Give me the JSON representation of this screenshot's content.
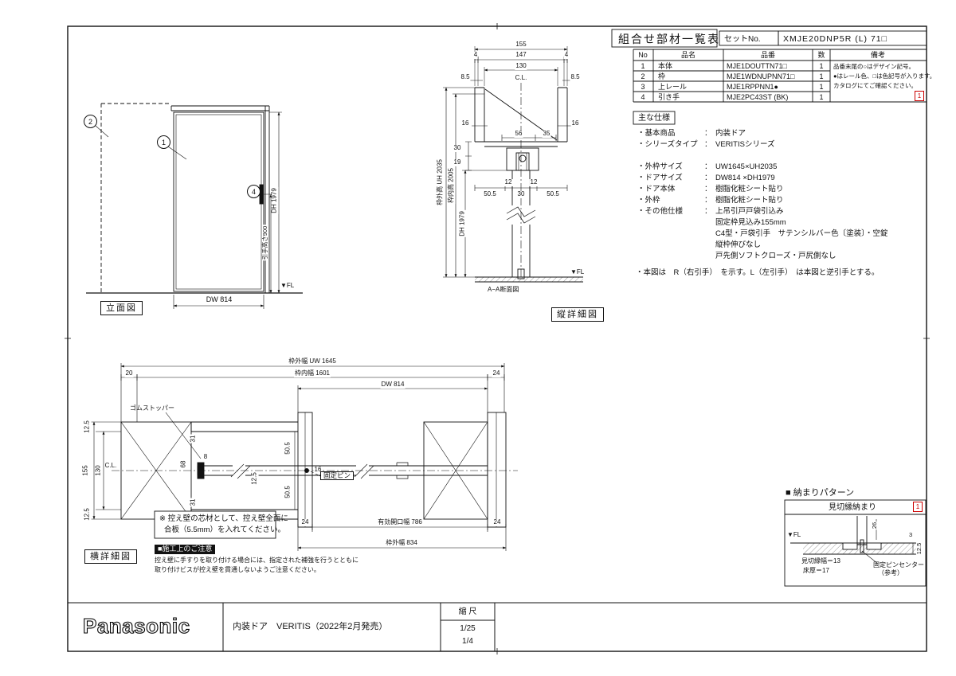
{
  "parts_header": {
    "title": "組合せ部材一覧表",
    "set_no_label": "セットNo.",
    "set_no_value": "XMJE20DNP5R (L) 71□"
  },
  "parts_table": {
    "col_no": "No",
    "col_name": "品名",
    "col_code": "品番",
    "col_qty": "数",
    "col_remark": "備考",
    "rows": [
      {
        "no": "1",
        "name": "本体",
        "code": "MJE1DOUTTN71□",
        "qty": "1"
      },
      {
        "no": "2",
        "name": "枠",
        "code": "MJE1WDNUPNN71□",
        "qty": "1"
      },
      {
        "no": "3",
        "name": "上レール",
        "code": "MJE1RPPNN1●",
        "qty": "1"
      },
      {
        "no": "4",
        "name": "引き手",
        "code": "MJE2PC43ST (BK)",
        "qty": "1"
      }
    ],
    "remark1": "品番末尾の○はデザイン記号。",
    "remark2": "●はレール色、□は色記号が入ります。",
    "remark3": "カタログにてご確認ください。",
    "revision": "1"
  },
  "specs": {
    "title": "主な仕様",
    "items": [
      {
        "label": "・基本商品",
        "sep": "：",
        "value": "内装ドア"
      },
      {
        "label": "・シリーズタイプ",
        "sep": "：",
        "value": "VERITISシリーズ"
      },
      {
        "label": "・外枠サイズ",
        "sep": "：",
        "value": "UW1645×UH2035"
      },
      {
        "label": "・ドアサイズ",
        "sep": "：",
        "value": "DW814 ×DH1979"
      },
      {
        "label": "・ドア本体",
        "sep": "：",
        "value": "樹脂化粧シート貼り"
      },
      {
        "label": "・外枠",
        "sep": "：",
        "value": "樹脂化粧シート貼り"
      },
      {
        "label": "・その他仕様",
        "sep": "：",
        "value": "上吊引戸戸袋引込み"
      }
    ],
    "extra": [
      "固定枠見込み155mm",
      "C4型・戸袋引手　サテンシルバー色〔塗装〕・空錠",
      "縦枠伸びなし",
      "戸先側ソフトクローズ・戸尻側なし"
    ],
    "note": "・本図は　R（右引手）　を示す。L（左引手）　は本図と逆引手とする。"
  },
  "elevation": {
    "caption": "立面図",
    "balloon1": "1",
    "balloon2": "2",
    "balloon4": "4",
    "dim_dh": "DH 1979",
    "dim_handle": "引手高さ900",
    "fl": "▼FL",
    "dim_dw": "DW 814"
  },
  "vdetail": {
    "caption": "縦詳細図",
    "section_caption": "A−A断面図",
    "fl": "▼FL",
    "cl": "C.L.",
    "d155": "155",
    "d4l": "4",
    "d147": "147",
    "d4r": "4",
    "d130": "130",
    "d85l": "8.5",
    "d85r": "8.5",
    "d16l": "16",
    "d16r": "16",
    "d56": "56",
    "d35": "35",
    "d30": "30",
    "d19": "19",
    "d12l": "12",
    "d12r": "12",
    "d505l": "50.5",
    "d30c": "30",
    "d505r": "50.5",
    "dim_uh": "枠外高 UH 2035",
    "dim_inner": "枠内高 2005",
    "dim_dh": "DH 1979"
  },
  "hdetail": {
    "caption": "横詳細図",
    "dim_uw": "枠外幅 UW 1645",
    "d20": "20",
    "dim_inner": "枠内幅 1601",
    "d24r": "24",
    "dim_dw": "DW 814",
    "d125t": "12.5",
    "d155": "155",
    "d130": "130",
    "cl": "C.L.",
    "d125b": "12.5",
    "gom_label": "ゴムストッパー",
    "d31t": "31",
    "d68": "68",
    "d8": "8",
    "d125m": "12.5",
    "d31b": "31",
    "d505t": "50.5",
    "d16": "16",
    "d505b": "50.5",
    "pin_label": "固定ピン",
    "d24a": "24",
    "dim_eff": "有効開口幅 786",
    "d24b": "24",
    "dim_834": "枠外幅 834",
    "note1_line1": "※ 控え壁の芯材として、控え壁全面に",
    "note1_line2": "合板（5.5mm）を入れてください。",
    "note2_title": "■施工上のご注意",
    "note2_line1": "控え壁に手すりを取り付ける場合には、指定された補強を行うとともに",
    "note2_line2": "取り付けビスが控え壁を貫通しないようご注意ください。"
  },
  "pattern": {
    "section_title": "■ 納まりパターン",
    "box_title": "見切縁納まり",
    "revision": "1",
    "fl": "▼FL",
    "d26": "26",
    "d3": "3",
    "d125": "12.5",
    "trim_label": "見切縁幅＝13",
    "floor_label": "床厚＝17",
    "pin_label1": "固定ピンセンター",
    "pin_label2": "（参考）"
  },
  "titleblock": {
    "brand": "Panasonic",
    "product": "内装ドア　VERITIS（2022年2月発売）",
    "scale_label": "縮 尺",
    "scale1": "1/25",
    "scale2": "1/4"
  }
}
